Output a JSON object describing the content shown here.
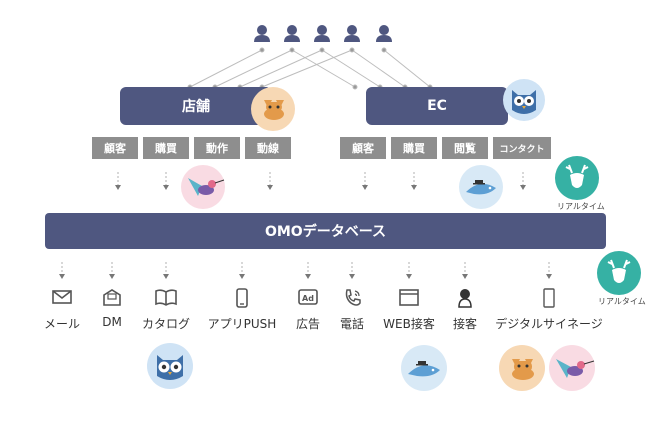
{
  "store": {
    "label": "店舗",
    "tags": [
      "顧客",
      "購買",
      "動作",
      "動線"
    ]
  },
  "ec": {
    "label": "EC",
    "tags": [
      "顧客",
      "購買",
      "閲覧",
      "コンタクト"
    ]
  },
  "database": {
    "label": "OMOデータベース"
  },
  "realtime_label": "リアルタイム",
  "channels": [
    {
      "label": "メール",
      "icon": "mail-icon"
    },
    {
      "label": "DM",
      "icon": "dm-envelope-icon"
    },
    {
      "label": "カタログ",
      "icon": "catalog-book-icon"
    },
    {
      "label": "アプリPUSH",
      "icon": "smartphone-icon"
    },
    {
      "label": "広告",
      "icon": "ad-icon"
    },
    {
      "label": "電話",
      "icon": "phone-icon"
    },
    {
      "label": "WEB接客",
      "icon": "browser-icon"
    },
    {
      "label": "接客",
      "icon": "staff-icon"
    },
    {
      "label": "デジタルサイネージ",
      "icon": "signage-icon"
    }
  ],
  "colors": {
    "hub": "#4f5780",
    "tag": "#8e8e8e",
    "user": "#4f5780",
    "arrow": "#999999"
  }
}
